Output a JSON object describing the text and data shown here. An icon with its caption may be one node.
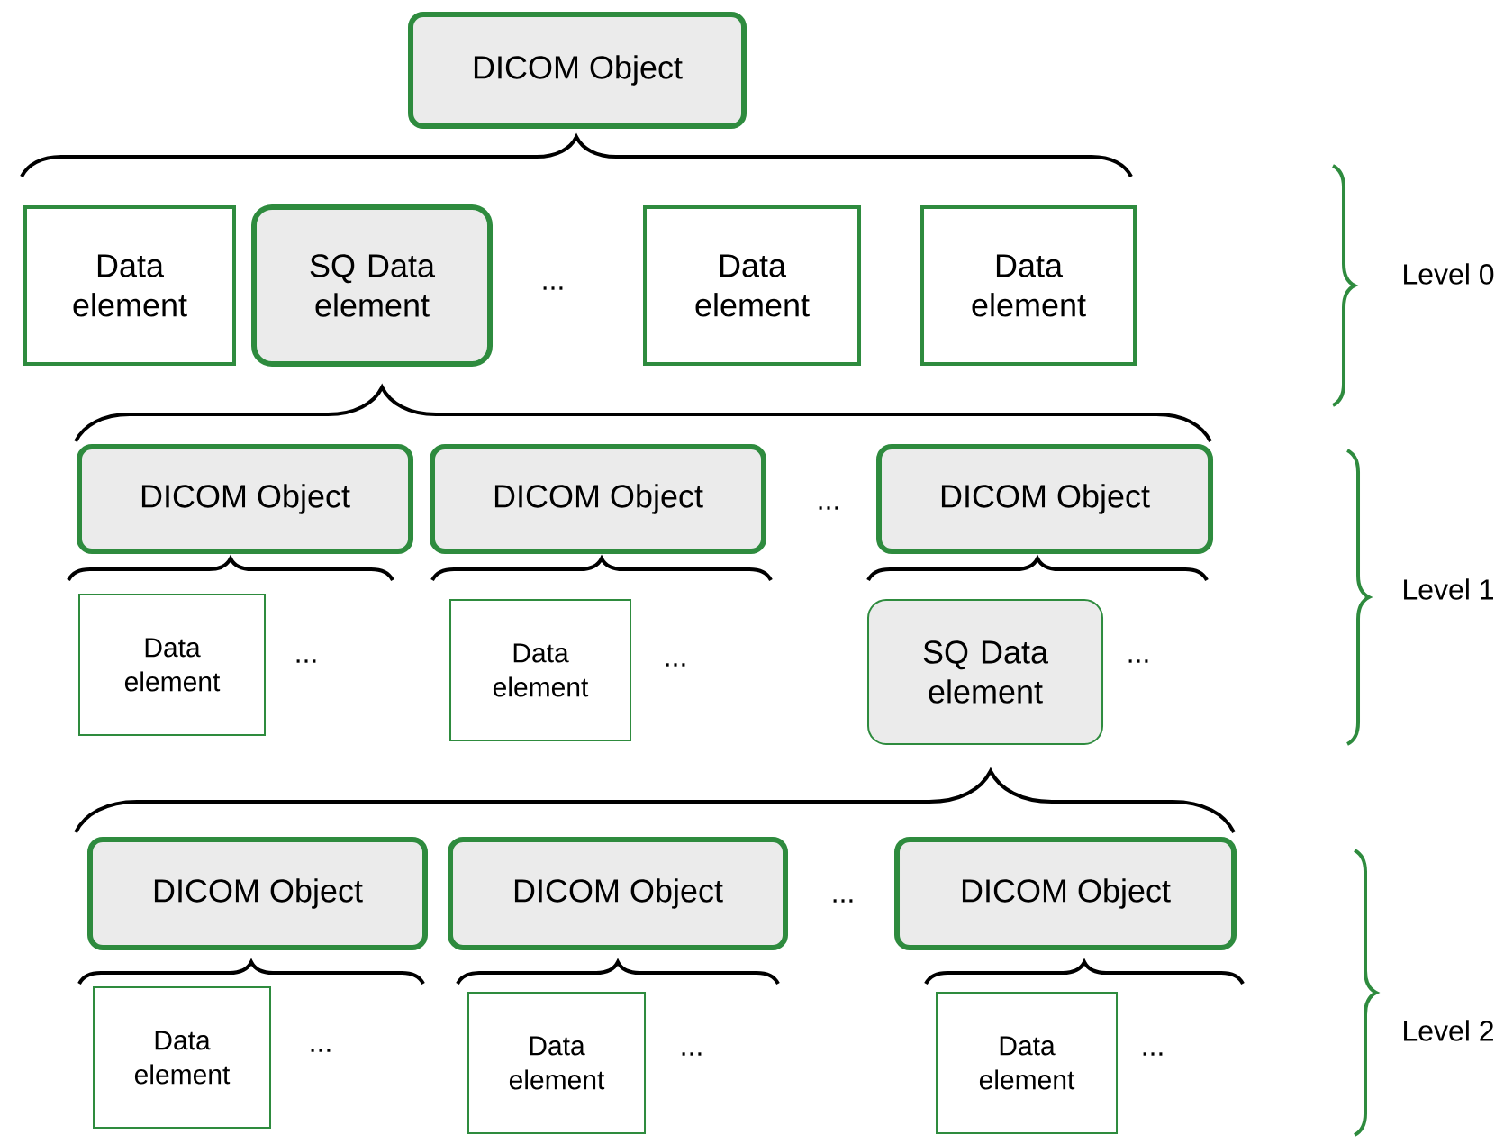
{
  "diagram": {
    "nodes": [
      {
        "text": [
          "DICOM Object"
        ]
      },
      {
        "text": [
          "Data element"
        ]
      },
      {
        "text": [
          "SQ Data element"
        ]
      },
      {
        "text": [
          "Data element"
        ]
      },
      {
        "text": [
          "Data element"
        ]
      },
      {
        "text": [
          "DICOM Object"
        ]
      },
      {
        "text": [
          "DICOM Object"
        ]
      },
      {
        "text": [
          "DICOM Object"
        ]
      },
      {
        "text": [
          "Data element"
        ]
      },
      {
        "text": [
          "Data element"
        ]
      },
      {
        "text": [
          "SQ Data element"
        ]
      },
      {
        "text": [
          "DICOM Object"
        ]
      },
      {
        "text": [
          "DICOM Object"
        ]
      },
      {
        "text": [
          "DICOM Object"
        ]
      },
      {
        "text": [
          "Data element"
        ]
      },
      {
        "text": [
          "Data element"
        ]
      },
      {
        "text": [
          "Data element"
        ]
      }
    ],
    "labels": [
      "...",
      "Level 0",
      "...",
      "Level 1",
      "...",
      "...",
      "...",
      "...",
      "Level 2",
      "...",
      "...",
      "..."
    ]
  }
}
